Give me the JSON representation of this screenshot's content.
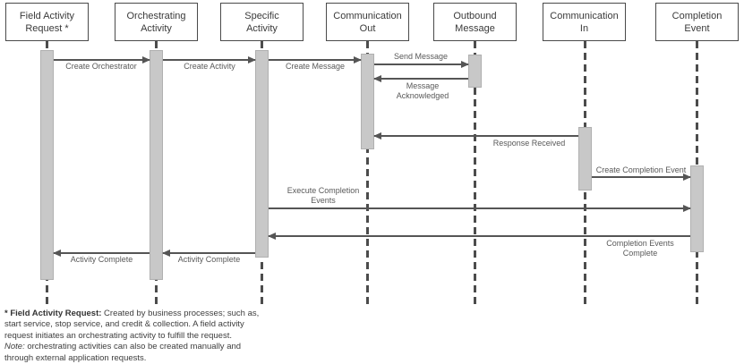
{
  "diagram": {
    "type": "uml-sequence-diagram",
    "colors": {
      "activation_fill": "#c8c8c8",
      "activation_border": "#b0b0b0",
      "arrow": "#555555",
      "box_border": "#4a4a4a",
      "label_text": "#595959",
      "text": "#3d3d3d",
      "background": "#ffffff"
    }
  },
  "lifelines": [
    {
      "id": "field-activity-request",
      "label": "Field Activity Request *"
    },
    {
      "id": "orchestrating-activity",
      "label": "Orchestrating Activity"
    },
    {
      "id": "specific-activity",
      "label": "Specific Activity"
    },
    {
      "id": "communication-out",
      "label": "Communication Out"
    },
    {
      "id": "outbound-message",
      "label": "Outbound Message"
    },
    {
      "id": "communication-in",
      "label": "Communication In"
    },
    {
      "id": "completion-event",
      "label": "Completion Event"
    }
  ],
  "messages": [
    {
      "label": "Create Orchestrator",
      "from": "field-activity-request",
      "to": "orchestrating-activity",
      "direction": "right"
    },
    {
      "label": "Create Activity",
      "from": "orchestrating-activity",
      "to": "specific-activity",
      "direction": "right"
    },
    {
      "label": "Create Message",
      "from": "specific-activity",
      "to": "communication-out",
      "direction": "right"
    },
    {
      "label": "Send Message",
      "from": "communication-out",
      "to": "outbound-message",
      "direction": "right"
    },
    {
      "label": "Message Acknowledged",
      "from": "outbound-message",
      "to": "communication-out",
      "direction": "left"
    },
    {
      "label": "Response Received",
      "from": "communication-in",
      "to": "communication-out",
      "direction": "left"
    },
    {
      "label": "Create Completion Event",
      "from": "communication-in",
      "to": "completion-event",
      "direction": "right"
    },
    {
      "label": "Execute Completion Events",
      "from": "specific-activity",
      "to": "completion-event",
      "direction": "right"
    },
    {
      "label": "Completion Events Complete",
      "from": "completion-event",
      "to": "specific-activity",
      "direction": "left"
    },
    {
      "label": "Activity Complete",
      "from": "specific-activity",
      "to": "orchestrating-activity",
      "direction": "left"
    },
    {
      "label": "Activity Complete",
      "from": "orchestrating-activity",
      "to": "field-activity-request",
      "direction": "left"
    }
  ],
  "footnote": {
    "line1_bold": "* Field Activity Request:",
    "line1_rest": " Created by business processes; such as,",
    "line2": "start service, stop service, and credit & collection. A field activity",
    "line3": "request initiates an orchestrating activity to fulfill the request.",
    "line4_italic": "Note:",
    "line4_rest": " orchestrating activities can also be created manually and",
    "line5": "through external application requests."
  }
}
